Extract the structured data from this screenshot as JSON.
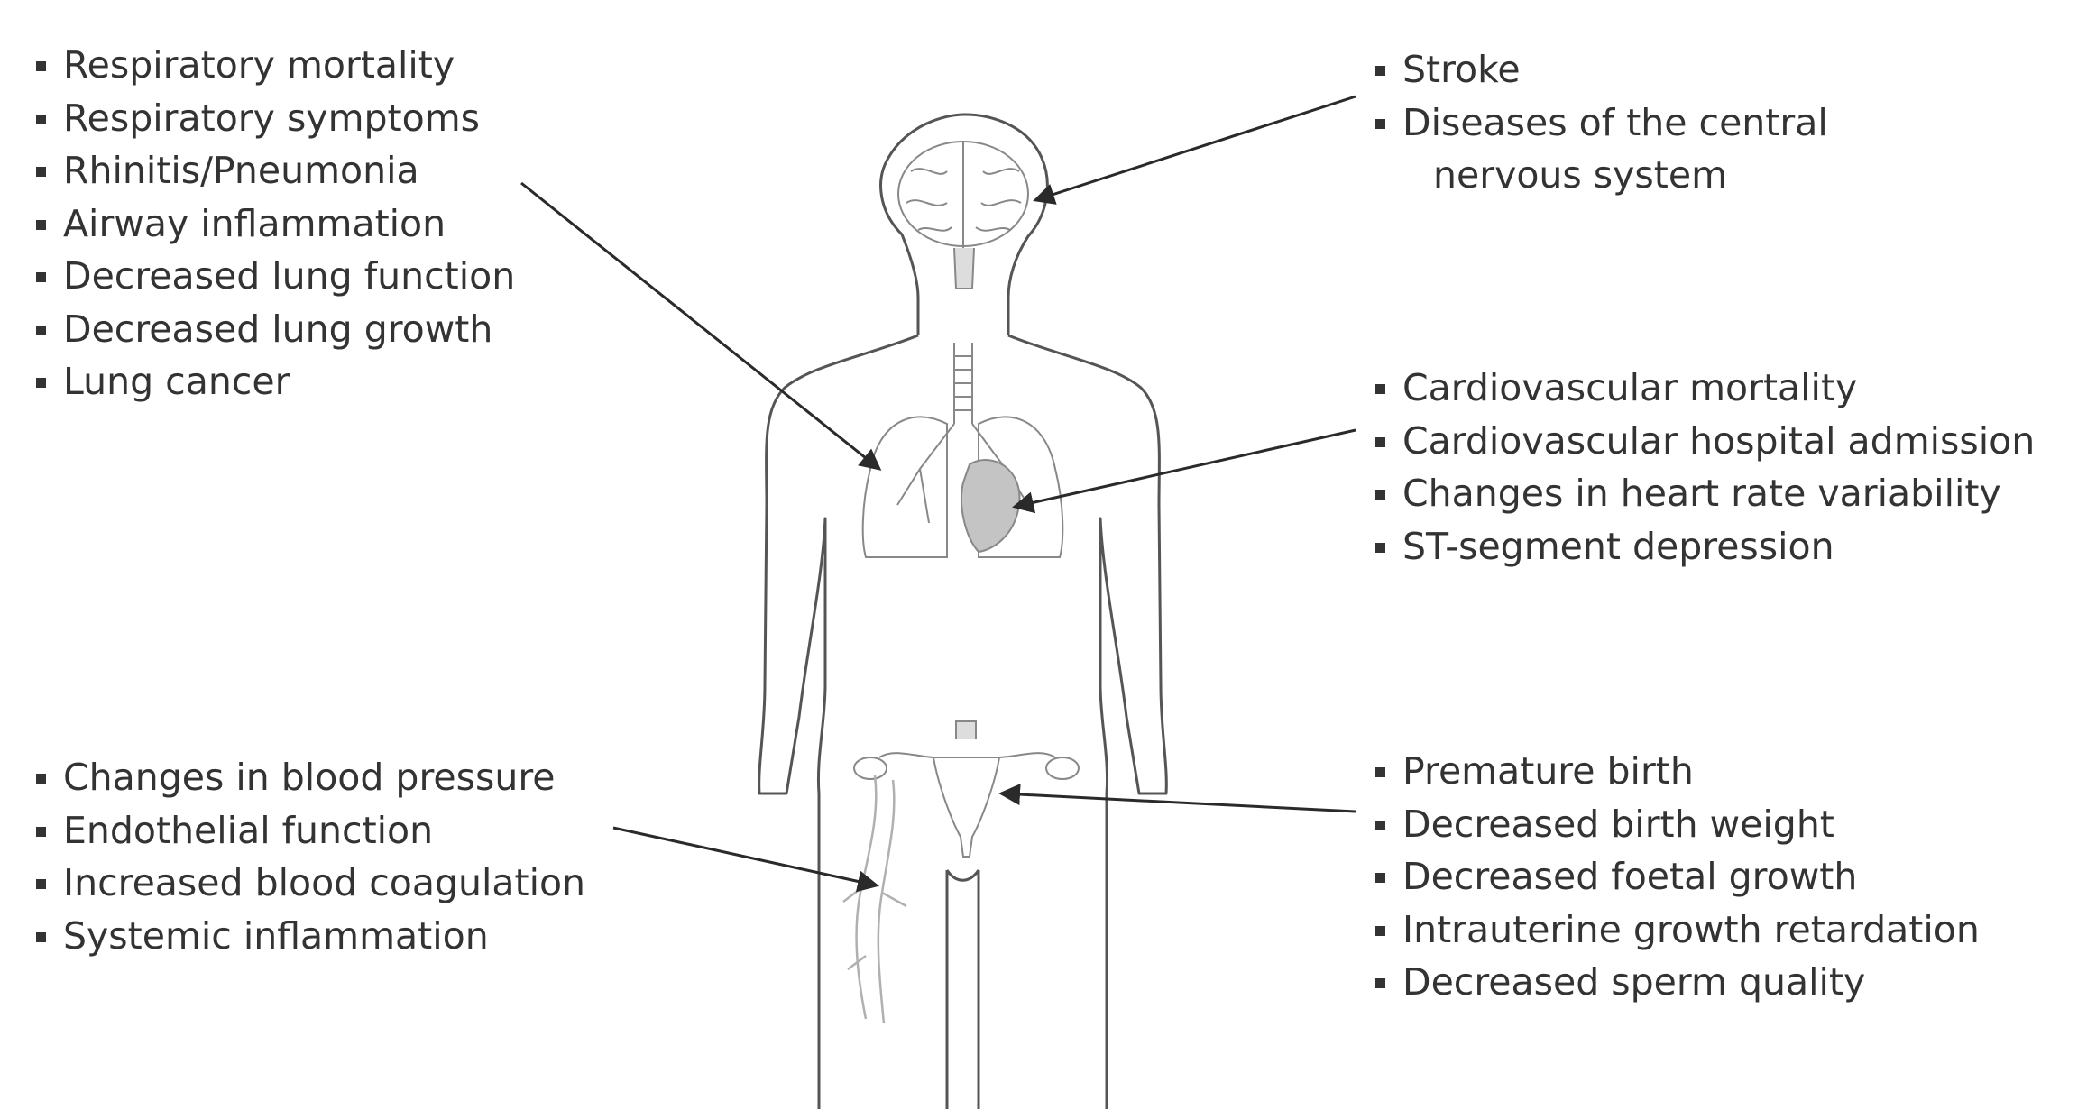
{
  "groups": {
    "respiratory": [
      "Respiratory mortality",
      "Respiratory symptoms",
      "Rhinitis/Pneumonia",
      "Airway inflammation",
      "Decreased lung function",
      "Decreased lung growth",
      "Lung cancer"
    ],
    "cns": [
      "Stroke",
      "Diseases of the central",
      "nervous system"
    ],
    "cardiovascular": [
      "Cardiovascular mortality",
      "Cardiovascular hospital admission",
      "Changes in heart rate variability",
      "ST-segment depression"
    ],
    "vascular": [
      "Changes in blood pressure",
      "Endothelial function",
      "Increased blood coagulation",
      "Systemic inflammation"
    ],
    "reproductive": [
      "Premature birth",
      "Decreased birth weight",
      "Decreased foetal growth",
      "Intrauterine growth retardation",
      "Decreased sperm quality"
    ]
  },
  "colors": {
    "text": "#333333",
    "outline": "#555555",
    "organ": "#888888",
    "arrow": "#2a2a2a"
  }
}
